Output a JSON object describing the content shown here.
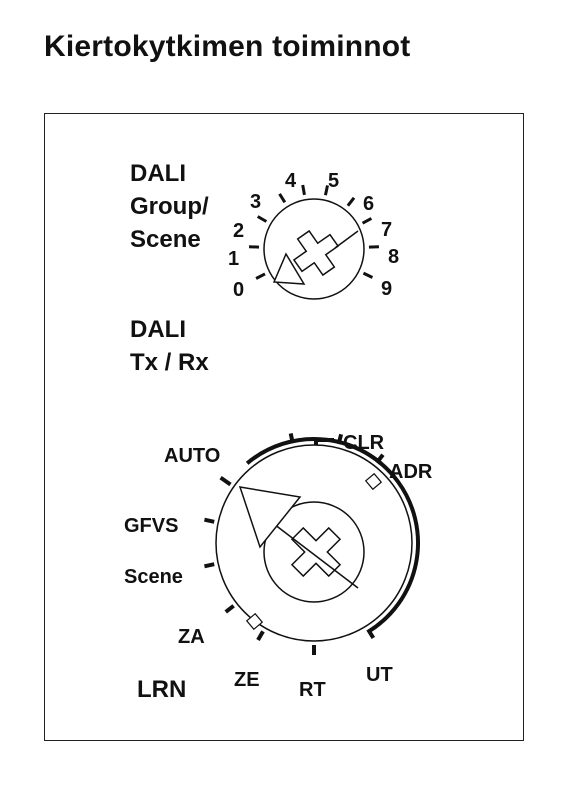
{
  "title": "Kiertokytkimen toiminnot",
  "dali_group_scene": {
    "label_lines": [
      "DALI",
      "Group/",
      "Scene"
    ],
    "positions": [
      "0",
      "1",
      "2",
      "3",
      "4",
      "5",
      "6",
      "7",
      "8",
      "9"
    ]
  },
  "dali_tx_rx": {
    "label_lines": [
      "DALI",
      "Tx / Rx"
    ]
  },
  "mode_switch": {
    "positions": [
      "AUTO",
      "GFVS",
      "Scene",
      "ZA",
      "ZE",
      "RT",
      "UT",
      "ADR",
      "CLR"
    ],
    "lrn_label": "LRN",
    "selected": "AUTO"
  },
  "colors": {
    "ink": "#111111",
    "frame": "#222222",
    "background": "#ffffff"
  }
}
